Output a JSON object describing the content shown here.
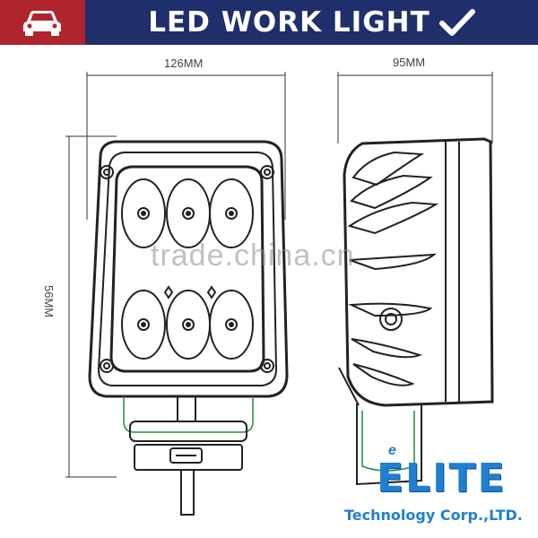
{
  "header": {
    "title": "LED WORK LIGHT",
    "car_icon": "car-icon",
    "check_icon": "checkmark-icon",
    "bg_color": "#1f2f6b",
    "accent_color": "#b0242d"
  },
  "dimensions": {
    "width_label": "126MM",
    "depth_label": "95MM",
    "height_label": "56MM"
  },
  "watermark": "trade.china.cn",
  "logo": {
    "name": "ELITE",
    "small_e": "e",
    "company": "Technology Corp.,LTD.",
    "color": "#1f7fd0"
  }
}
